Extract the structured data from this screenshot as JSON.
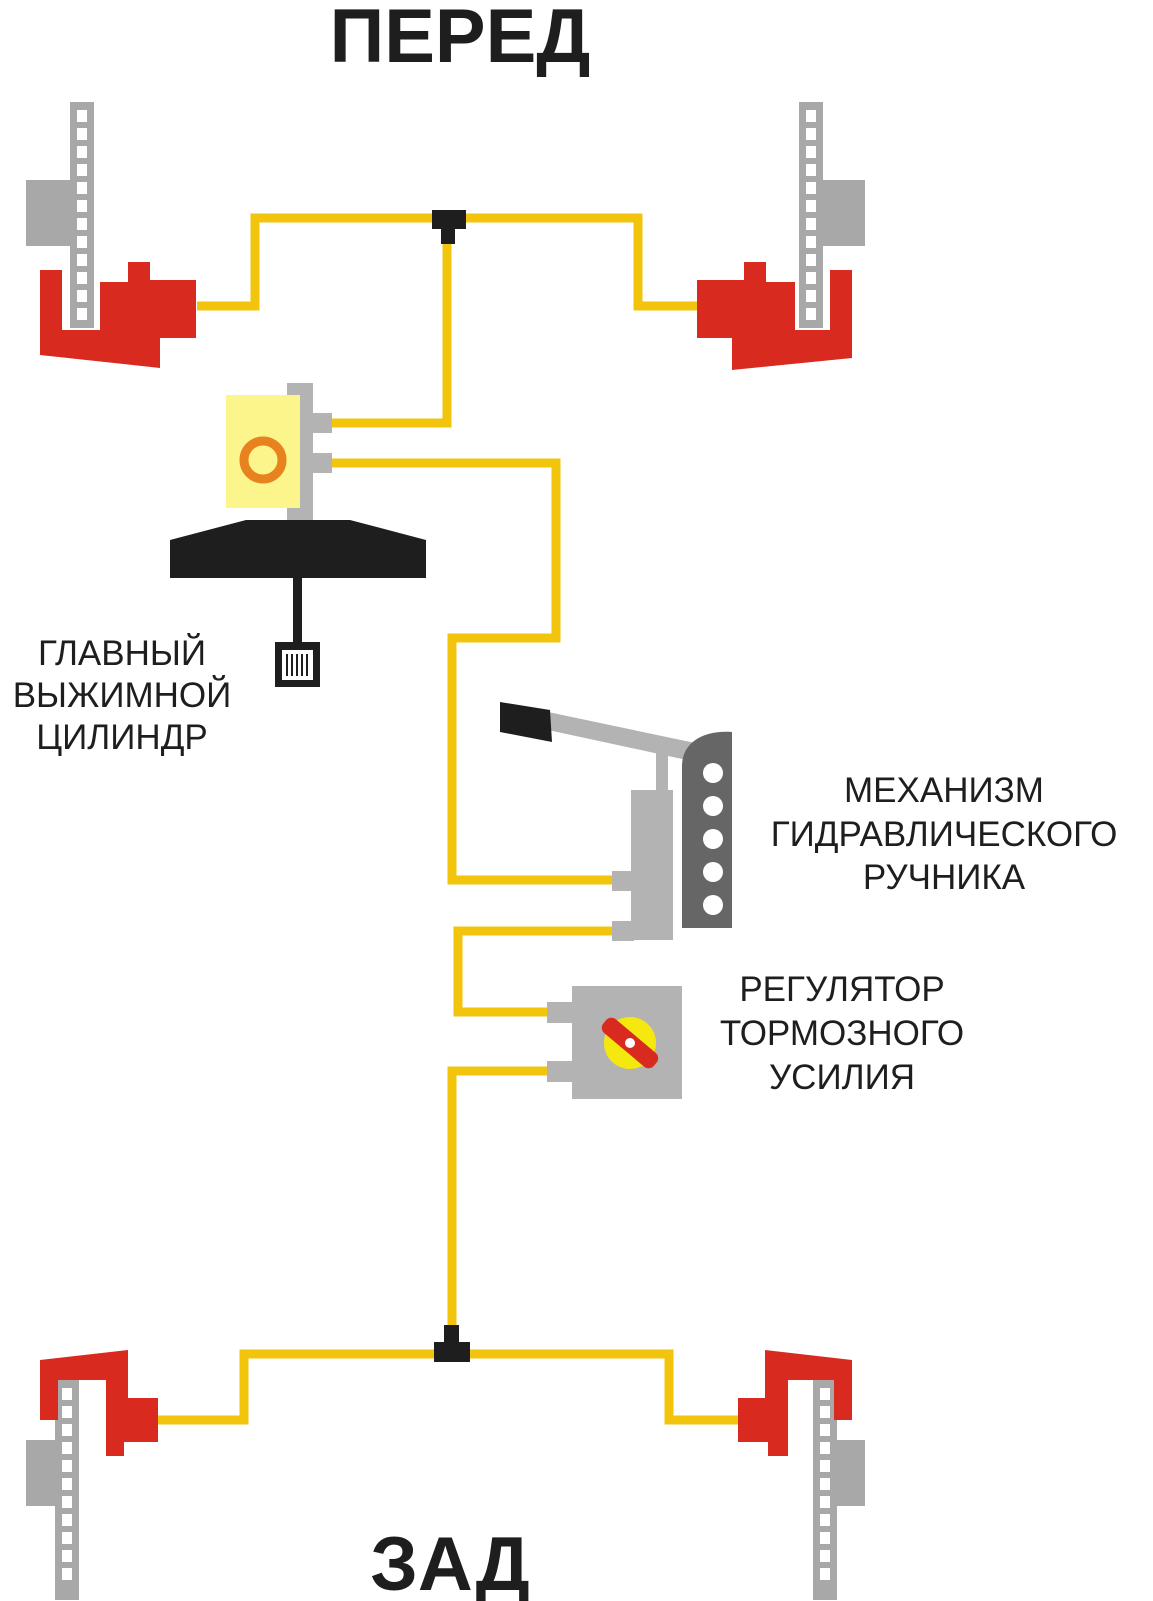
{
  "headings": {
    "front": "ПЕРЕД",
    "rear": "ЗАД"
  },
  "labels": {
    "master_cylinder": [
      "ГЛАВНЫЙ",
      "ВЫЖИМНОЙ",
      "ЦИЛИНДР"
    ],
    "hydraulic_handbrake": [
      "МЕХАНИЗМ",
      "ГИДРАВЛИЧЕСКОГО",
      "РУЧНИКА"
    ],
    "brake_bias_regulator": [
      "РЕГУЛЯТОР",
      "ТОРМОЗНОГО",
      "УСИЛИЯ"
    ]
  },
  "colors": {
    "brake_line": "#f2c40c",
    "caliper": "#d92a1f",
    "disc_gray": "#a8a8a8",
    "component_gray": "#b3b3b3",
    "dark_gray": "#666666",
    "reservoir_yellow": "#fbf58c",
    "ring_orange": "#e8821e",
    "black": "#1e1e1e",
    "regulator_red": "#d92a1f",
    "regulator_yellow": "#f4e80f"
  }
}
